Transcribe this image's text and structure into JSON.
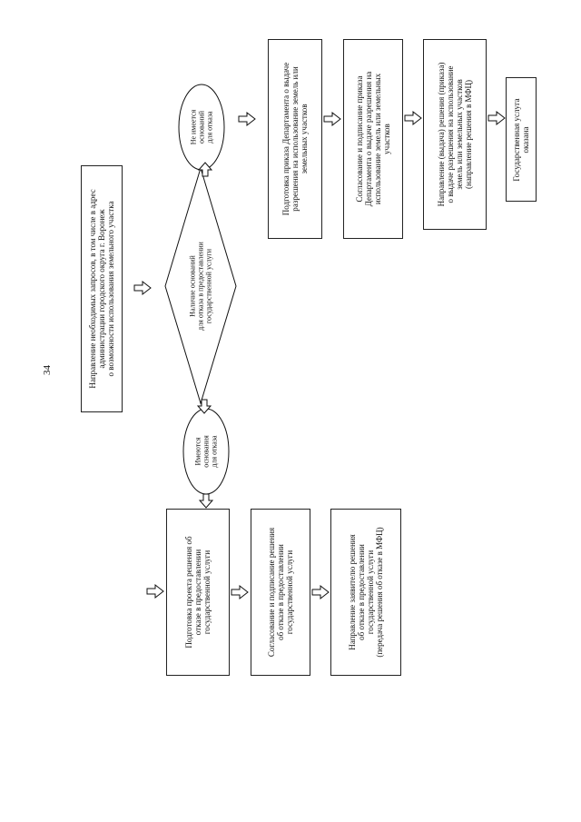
{
  "page_number": "34",
  "nodes": {
    "request": {
      "lines": [
        "Направление необходимых запросов, в том числе в адрес",
        "администрации городского округа г. Воронеж",
        "о возможности использования земельного участка"
      ]
    },
    "decision": {
      "lines": [
        "Наличие оснований",
        "для отказа в предоставлении",
        "государственной услуги"
      ]
    },
    "no_grounds": {
      "lines": [
        "Не имеется",
        "оснований",
        "для отказа"
      ]
    },
    "has_grounds": {
      "lines": [
        "Имеются",
        "основания",
        "для отказа"
      ]
    },
    "prepare_order": {
      "lines": [
        "Подготовка приказа Департамента о выдаче",
        "разрешения на использование земель или",
        "земельных участков"
      ]
    },
    "approve_order": {
      "lines": [
        "Согласование и подписание приказа",
        "Департамента о выдаче разрешения на",
        "использование земель или земельных",
        "участков"
      ]
    },
    "issue_decision": {
      "lines": [
        "Направление (выдача) решения (приказа)",
        "о выдаче разрешения на использование",
        "земель или земельных участков",
        "(направление решения в МФЦ)"
      ]
    },
    "service_provided": {
      "lines": [
        "Государственная услуга",
        "оказана"
      ]
    },
    "prepare_refusal": {
      "lines": [
        "Подготовка проекта решения об",
        "отказе в предоставлении",
        "государственной услуги"
      ]
    },
    "approve_refusal": {
      "lines": [
        "Согласование и подписание решения",
        "об отказе в предоставлении",
        "государственной услуги"
      ]
    },
    "send_refusal": {
      "lines": [
        "Направление заявителю решения",
        "об отказе в предоставлении",
        "государственной услуги",
        "(передача решения об отказе в МФЦ)"
      ]
    }
  }
}
